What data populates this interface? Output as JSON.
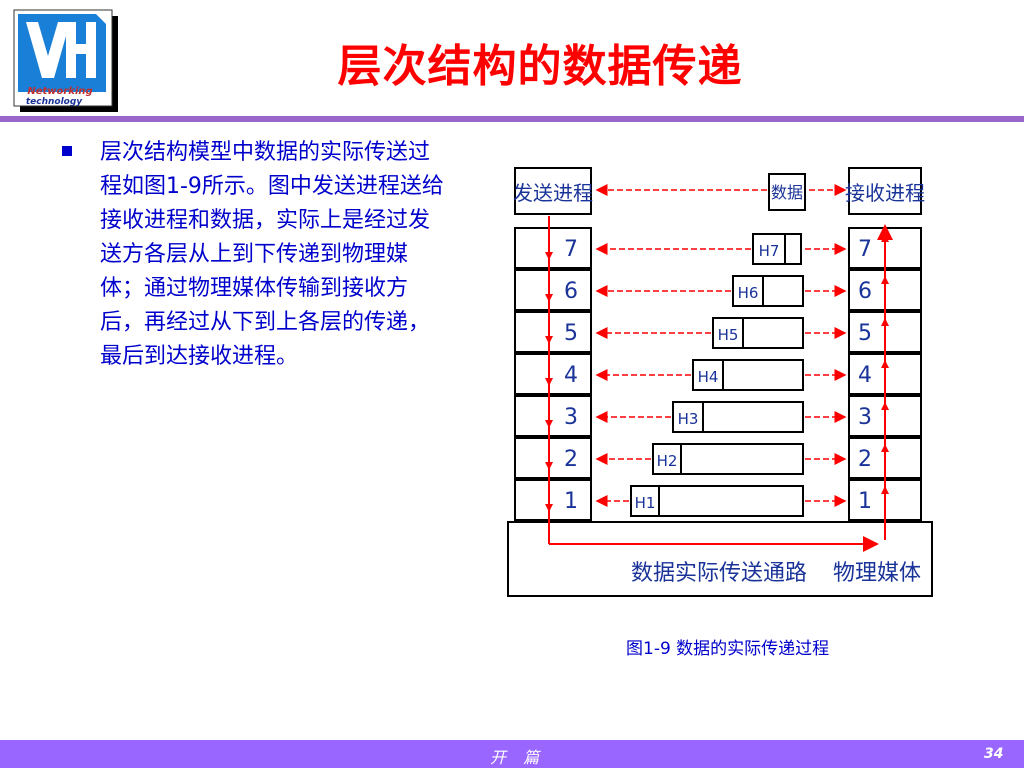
{
  "slide": {
    "title": "层次结构的数据传递",
    "body": "层次结构模型中数据的实际传送过程如图1-9所示。图中发送进程送给接收进程和数据，实际上是经过发送方各层从上到下传递到物理媒体；通过物理媒体传输到接收方后，再经过从下到上各层的传递，最后到达接收进程。",
    "caption": "图1-9 数据的实际传递过程"
  },
  "logo": {
    "text_line1": "Networking",
    "text_line2": "technology"
  },
  "diagram": {
    "sender_label": "发送进程",
    "receiver_label": "接收进程",
    "data_label": "数据",
    "layers": [
      "7",
      "6",
      "5",
      "4",
      "3",
      "2",
      "1"
    ],
    "headers": [
      "H7",
      "H6",
      "H5",
      "H4",
      "H3",
      "H2",
      "H1"
    ],
    "path_label": "数据实际传送通路",
    "medium_label": "物理媒体"
  },
  "footer": {
    "left": "开 篇",
    "page": "34"
  },
  "colors": {
    "title": "#ff0000",
    "body_text": "#0000cc",
    "rule": "#9966cc",
    "footer_bar": "#9966ff",
    "arrow": "#ff0000"
  }
}
